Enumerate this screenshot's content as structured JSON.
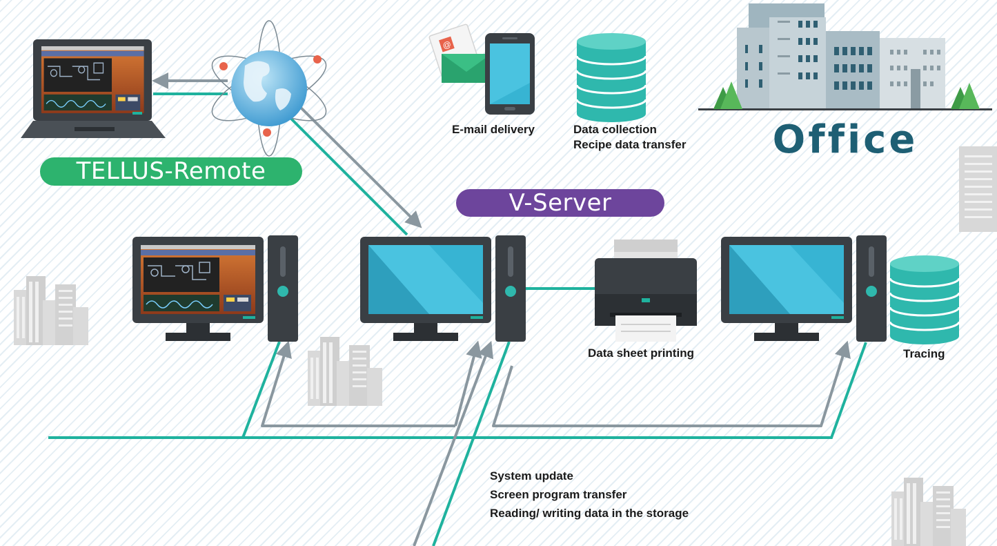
{
  "colors": {
    "teal_line": "#1fb29e",
    "gray_arrow": "#8a979f",
    "tellus_pill": "#2db36e",
    "vserver_pill": "#6d459c",
    "office_text": "#1e5f74",
    "screen_blue": "#37b4d3",
    "monitor_body": "#3a3f44",
    "database": "#2fb8ad"
  },
  "labels": {
    "tellus_remote": "TELLUS-Remote",
    "v_server": "V-Server",
    "office": "Office",
    "email_delivery": "E-mail delivery",
    "data_collection": "Data collection",
    "recipe_transfer": "Recipe data transfer",
    "data_sheet_printing": "Data sheet printing",
    "tracing": "Tracing",
    "system_update": "System update",
    "screen_program_transfer": "Screen program transfer",
    "reading_writing": "Reading/ writing data in the storage"
  },
  "icons": [
    "laptop-icon",
    "globe-icon",
    "email-icon",
    "smartphone-icon",
    "database-icon",
    "office-building-icon",
    "desktop-pc-icon",
    "printer-icon",
    "city-skyline-icon",
    "tree-icon"
  ]
}
